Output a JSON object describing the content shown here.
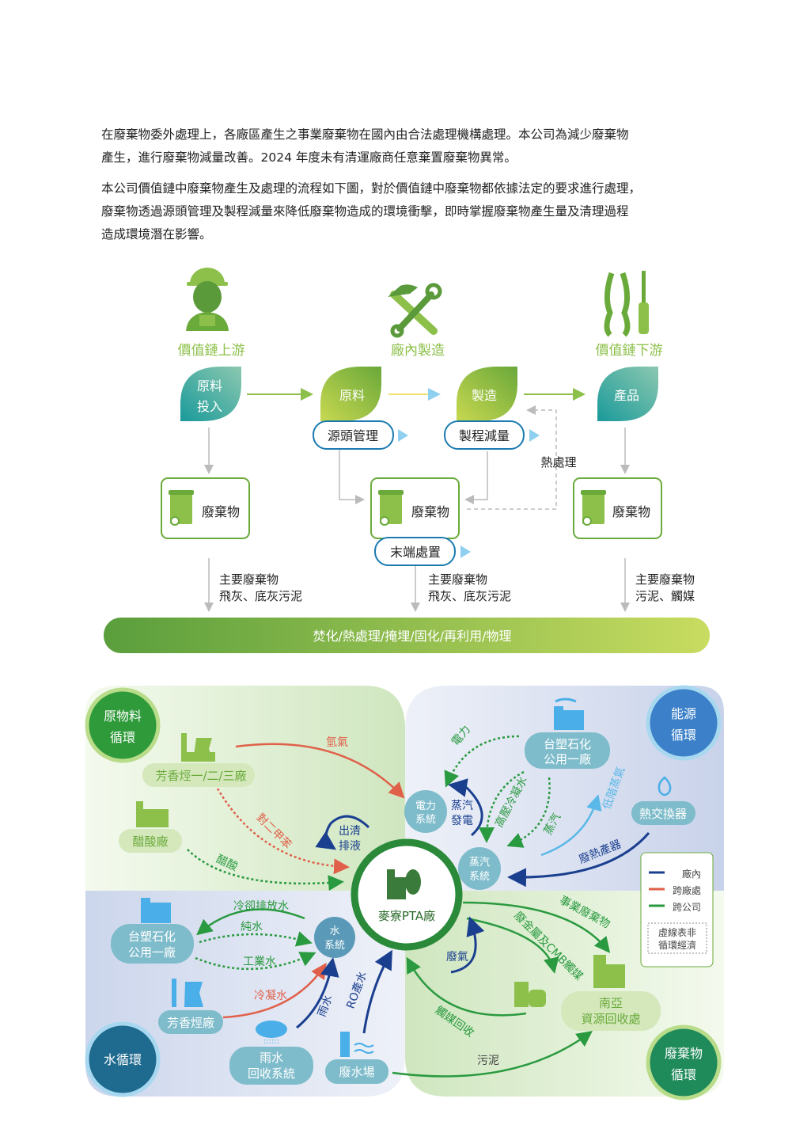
{
  "intro": {
    "p1": [
      "在廢棄物委外處理上，各廠區產生之事業廢棄物在國內由合法處理機構處理。本公司為減少廢棄物",
      "產生，進行廢棄物減量改善。2024 年度未有清運廠商任意棄置廢棄物異常。"
    ],
    "p2": [
      "本公司價值鏈中廢棄物產生及處理的流程如下圖，對於價值鏈中廢棄物都依據法定的要求進行處理，",
      "廢棄物透過源頭管理及製程減量來降低廢棄物造成的環境衝擊，即時掌握廢棄物產生量及清理過程",
      "造成環境潛在影響。"
    ]
  },
  "flow": {
    "stages": [
      "價值鏈上游",
      "廠內製造",
      "價值鏈下游"
    ],
    "leaves": [
      [
        "原料",
        "投入"
      ],
      [
        "原料"
      ],
      [
        "製造"
      ],
      [
        "產品"
      ]
    ],
    "pills": [
      "源頭管理",
      "製程減量",
      "末端處置"
    ],
    "heat": "熱處理",
    "waste": "廢棄物",
    "main_title": "主要廢棄物",
    "main_items": [
      "飛灰、底灰污泥",
      "飛灰、底灰污泥",
      "污泥、觸媒"
    ],
    "bar": "焚化/熱處理/掩埋/固化/再利用/物理"
  },
  "cycle": {
    "center": "麥寮PTA廠",
    "quadrants": {
      "material": [
        "原物料",
        "循環"
      ],
      "energy": [
        "能源",
        "循環"
      ],
      "water": "水循環",
      "waste": [
        "廢棄物",
        "循環"
      ]
    },
    "nodes": {
      "aromatics123": "芳香烴一/二/三廠",
      "acetic": "醋酸廠",
      "fpcc1_top": [
        "台塑石化",
        "公用一廠"
      ],
      "power_sys": [
        "電力",
        "系統"
      ],
      "steam_sys": [
        "蒸汽",
        "系統"
      ],
      "heat_exchanger": "熱交換器",
      "water_sys": [
        "水",
        "系統"
      ],
      "fpcc1_bottom": [
        "台塑石化",
        "公用一廠"
      ],
      "aromatics": "芳香烴廠",
      "rain_recovery": [
        "雨水",
        "回收系統"
      ],
      "wastewater": "廢水場",
      "nanya": [
        "南亞",
        "資源回收處"
      ]
    },
    "flows": {
      "hydrogen": "氫氣",
      "px": "對二甲苯",
      "acetic_acid": "醋酸",
      "purge": [
        "出清",
        "排液"
      ],
      "power": "電力",
      "steam_gen": [
        "蒸汽",
        "發電"
      ],
      "hp_condensate": "高壓冷凝水",
      "steam": "蒸汽",
      "low_steam": "低階蒸氣",
      "waste_heat": "廢熱產器",
      "cooling": "冷卻排放水",
      "pure_water": "純水",
      "industrial": "工業水",
      "condensate": "冷凝水",
      "rain": "雨水",
      "ro": "RO產水",
      "biz_waste": "事業廢棄物",
      "metal_cmb": "廢金屬及CMB觸媒",
      "exhaust": "廢氣",
      "catalyst": "觸媒回收",
      "sludge": "污泥"
    },
    "legend": {
      "items": [
        {
          "label": "廠內",
          "color": "#1a3f8f"
        },
        {
          "label": "跨廠處",
          "color": "#e0604a"
        },
        {
          "label": "跨公司",
          "color": "#2a9a40"
        }
      ],
      "note": [
        "虛線表非",
        "循環經濟"
      ]
    }
  }
}
